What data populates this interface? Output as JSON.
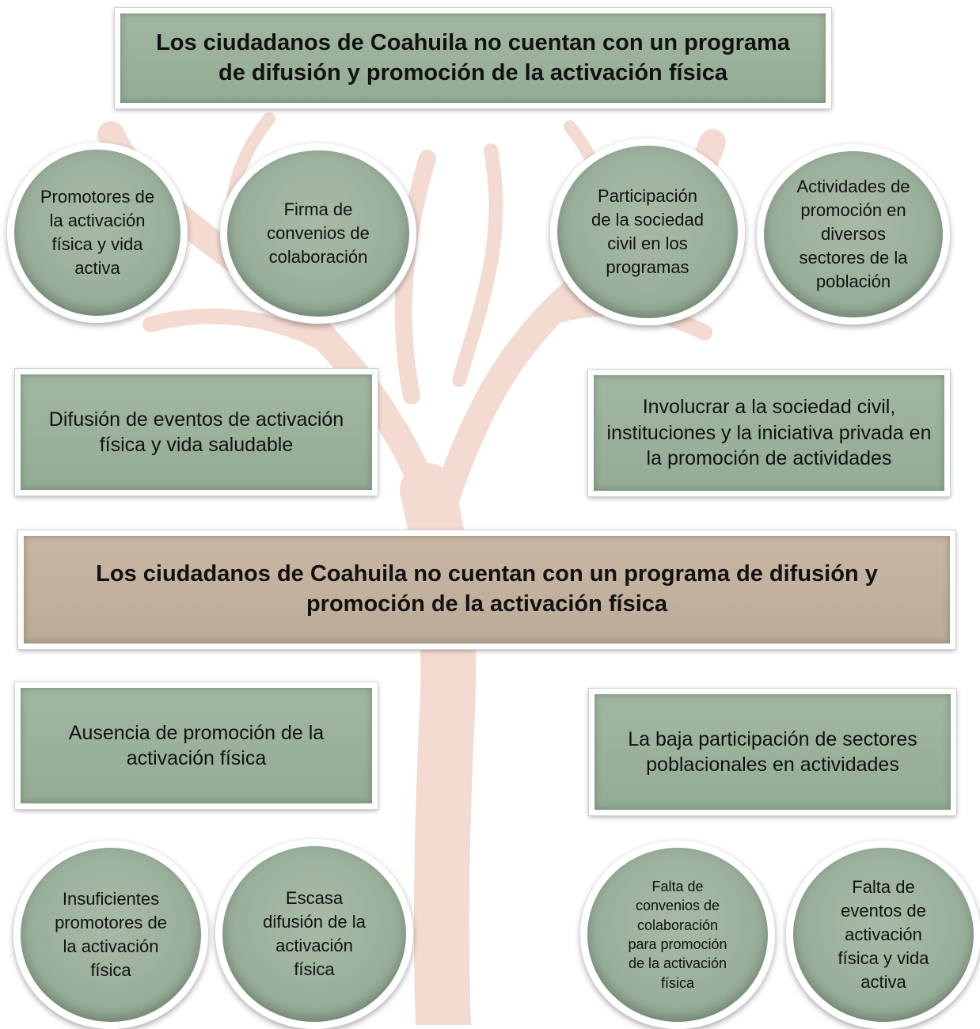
{
  "top_box": "Los ciudadanos de Coahuila no cuentan con un programa\nde difusión y promoción de la activación física",
  "top_circles": [
    "Promotores de\nla activación\nfísica y vida\nactiva",
    "Firma de\nconvenios de\ncolaboración",
    "Participación\nde la sociedad\ncivil en los\nprogramas",
    "Actividades de\npromoción en\ndiversos\nsectores de la\npoblación"
  ],
  "upper_boxes": [
    "Difusión de eventos de activación\nfísica y vida saludable",
    "Involucrar a la sociedad civil,\ninstituciones y la iniciativa privada en\nla promoción de actividades"
  ],
  "center_box": "Los ciudadanos de Coahuila no cuentan con un programa de difusión y\npromoción de la activación física",
  "lower_boxes": [
    "Ausencia de promoción de la\nactivación física",
    "La baja participación de sectores\npoblacionales en actividades"
  ],
  "bottom_circles": [
    "Insuficientes\npromotores  de\nla activación\nfísica",
    "Escasa\ndifusión de la\nactivación\nfísica",
    "Falta de\nconvenios de\ncolaboración\npara promoción\nde  la activación\nfísica",
    "Falta de\neventos de\nactivación\nfísica y vida\nactiva"
  ],
  "colors": {
    "green_box": "#9bb09c",
    "tan_box": "#c4b29e",
    "tree_watermark": "#f3d7cc"
  }
}
